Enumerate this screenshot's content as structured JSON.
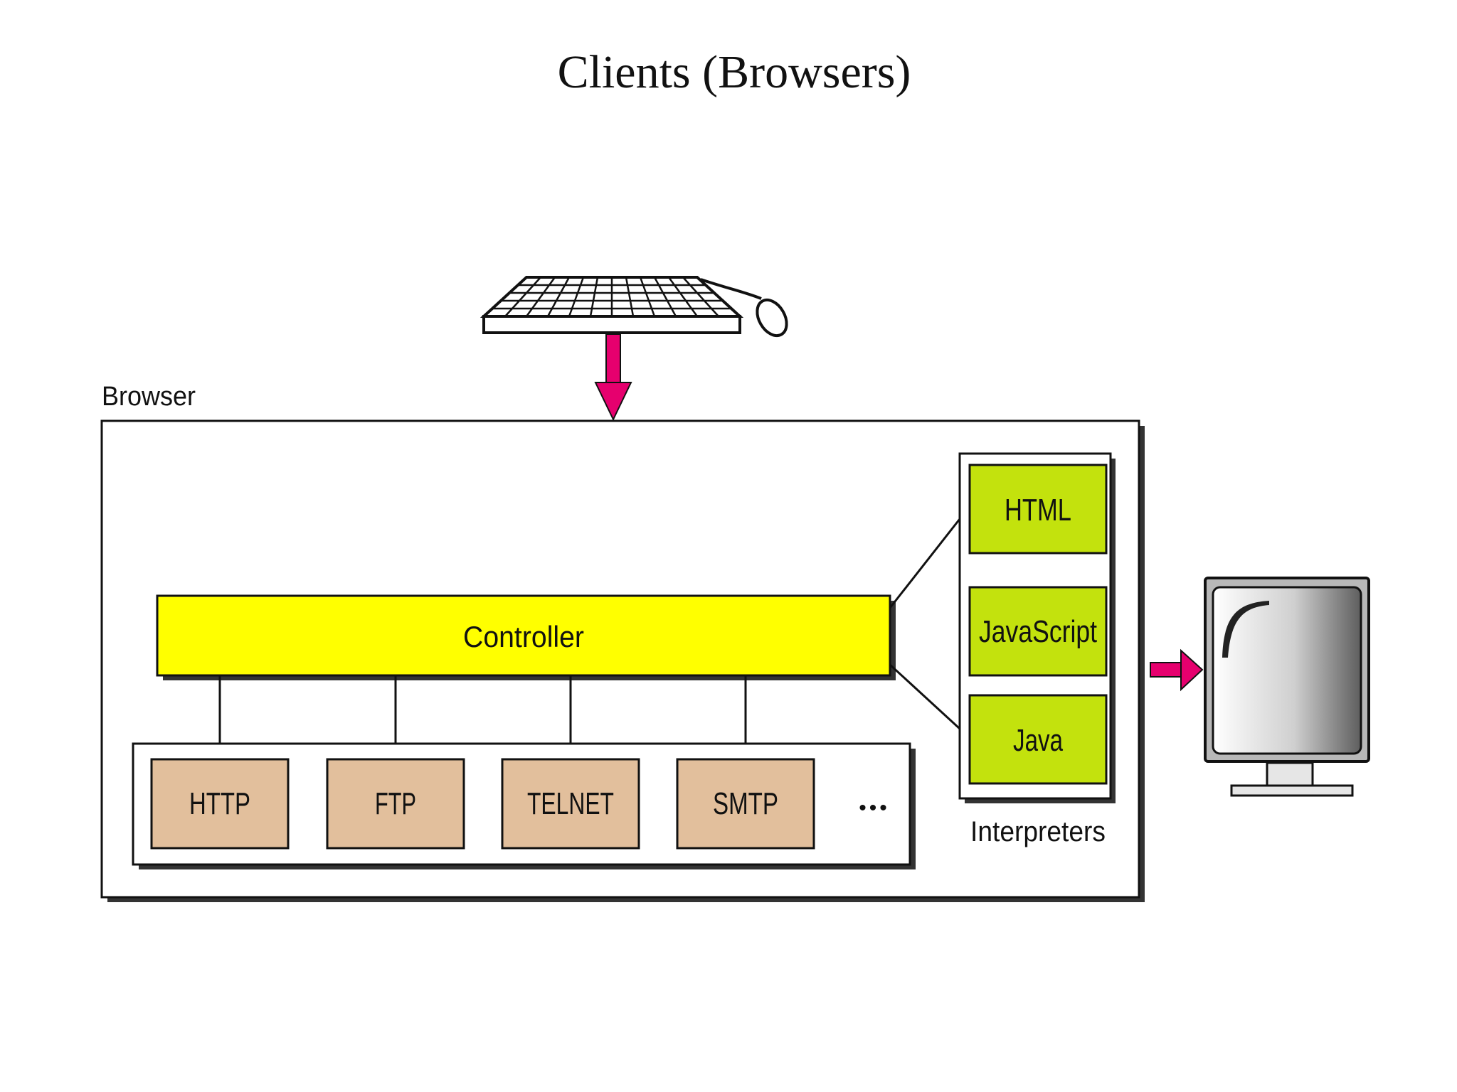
{
  "title": "Clients (Browsers)",
  "browser_label": "Browser",
  "controller_label": "Controller",
  "protocols": [
    "HTTP",
    "FTP",
    "TELNET",
    "SMTP"
  ],
  "protocols_more": "•••",
  "interpreters": [
    "HTML",
    "JavaScript",
    "Java"
  ],
  "interpreters_label": "Interpreters",
  "icons": {
    "input": "keyboard-mouse-icon",
    "output": "monitor-icon"
  },
  "colors": {
    "controller": "#ffff00",
    "protocol_box": "#e2bf9c",
    "interpreter_box": "#c3e20d",
    "arrow": "#e6006e",
    "shadow": "#333333"
  }
}
